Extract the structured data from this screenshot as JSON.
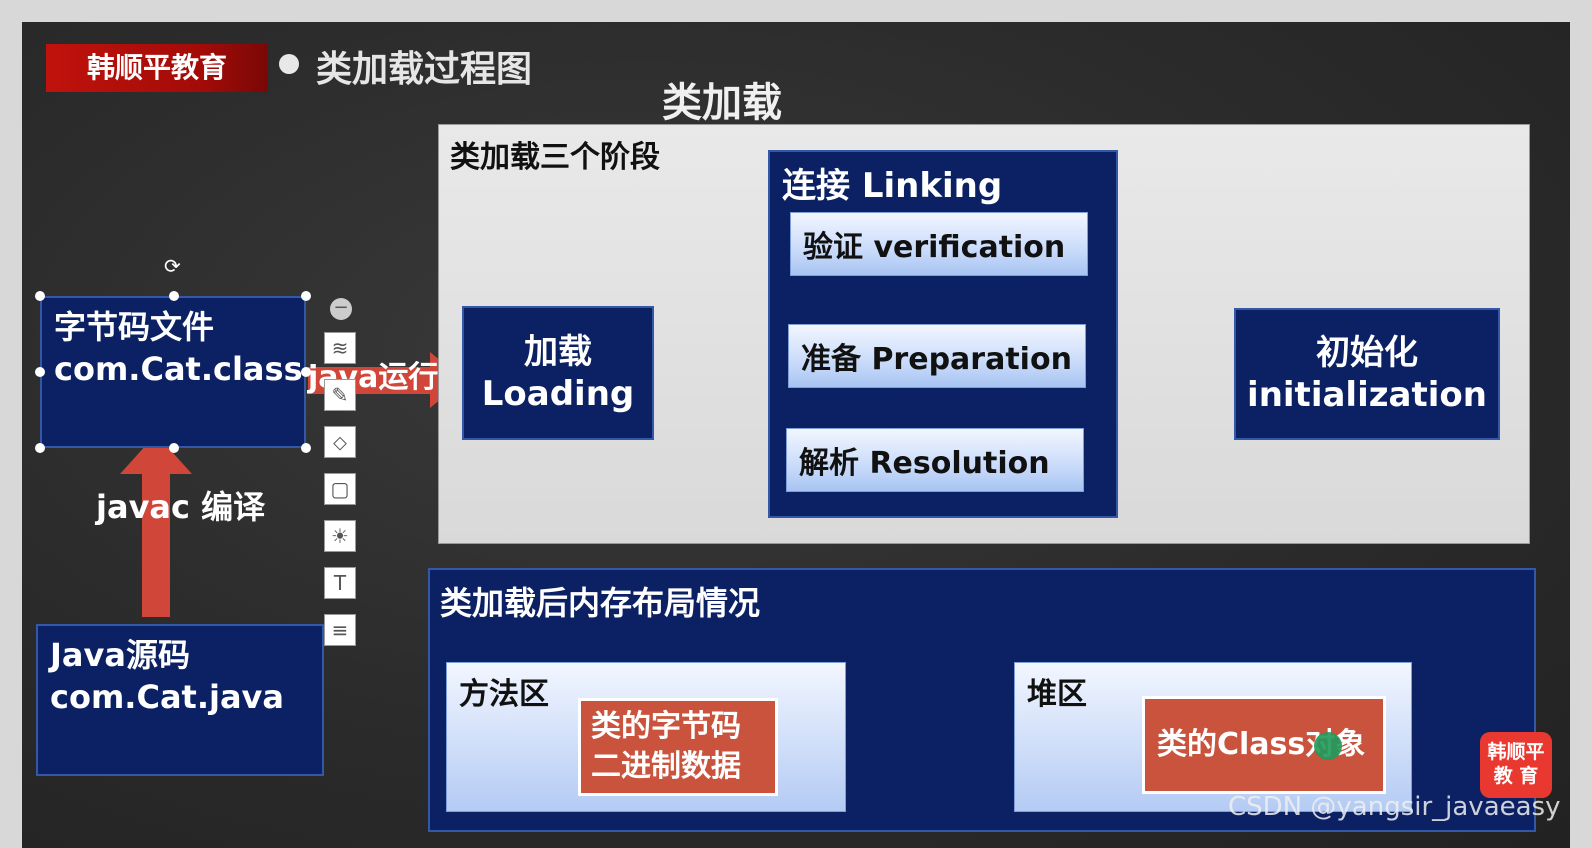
{
  "header": {
    "brand": "韩顺平教育",
    "page_title": "类加载过程图",
    "diagram_title": "类加载"
  },
  "left_flow": {
    "bytecode_title": "字节码文件",
    "bytecode_file": "com.Cat.class",
    "run_label": "java运行",
    "compile_label": "javac 编译",
    "source_title": "Java源码",
    "source_file": "com.Cat.java"
  },
  "phases": {
    "label": "类加载三个阶段",
    "loading_cn": "加载",
    "loading_en": "Loading",
    "linking_title": "连接 Linking",
    "verification": "验证 verification",
    "preparation": "准备 Preparation",
    "resolution": "解析 Resolution",
    "init_cn": "初始化",
    "init_en": "initialization"
  },
  "memory": {
    "label": "类加载后内存布局情况",
    "method_area": "方法区",
    "bytecode_line1": "类的字节码",
    "bytecode_line2": "二进制数据",
    "heap": "堆区",
    "class_object": "类的Class对象"
  },
  "logo": {
    "line1": "韩顺平",
    "line2": "教 育"
  },
  "watermark": "CSDN @yangsir_javaeasy",
  "colors": {
    "navy": "#0b2163",
    "arrow_red": "#d0473a",
    "brand_red": "#c0120c"
  }
}
